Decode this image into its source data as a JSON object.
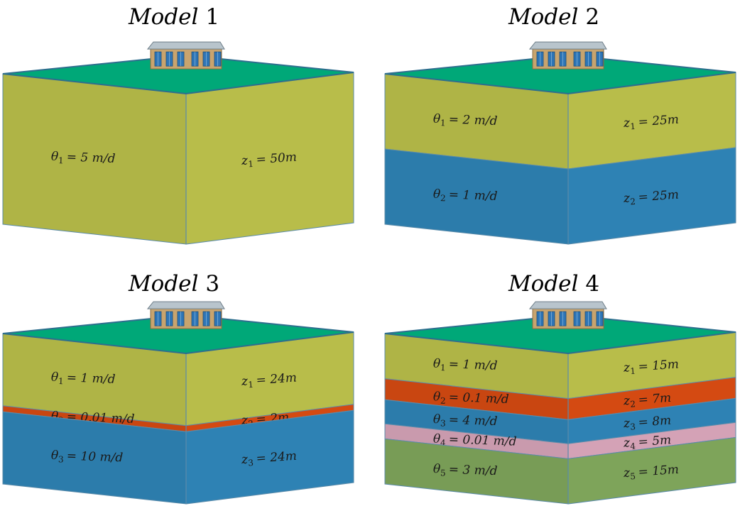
{
  "colors": {
    "grass": "#00A878",
    "grass_edge": "#2E6E8E",
    "edge": "#5B8BAA",
    "building_wall": "#C8A46E",
    "building_roof": "#B8C4CC",
    "window": "#2E75B6"
  },
  "models": [
    {
      "title": "Model 1",
      "layers": [
        {
          "theta": "θ",
          "theta_sub": "1",
          "theta_val": "= 5 m/d",
          "z": "z",
          "z_sub": "1",
          "z_val": "= 50m",
          "thickness": 50,
          "color": "#B8BD4A"
        }
      ]
    },
    {
      "title": "Model 2",
      "layers": [
        {
          "theta": "θ",
          "theta_sub": "1",
          "theta_val": "= 2 m/d",
          "z": "z",
          "z_sub": "1",
          "z_val": "= 25m",
          "thickness": 25,
          "color": "#B8BD4A"
        },
        {
          "theta": "θ",
          "theta_sub": "2",
          "theta_val": "= 1 m/d",
          "z": "z",
          "z_sub": "2",
          "z_val": "= 25m",
          "thickness": 25,
          "color": "#2E82B4"
        }
      ]
    },
    {
      "title": "Model 3",
      "layers": [
        {
          "theta": "θ",
          "theta_sub": "1",
          "theta_val": "= 1 m/d",
          "z": "z",
          "z_sub": "1",
          "z_val": "= 24m",
          "thickness": 24,
          "color": "#B8BD4A"
        },
        {
          "theta": "θ",
          "theta_sub": "2",
          "theta_val": "= 0.01 m/d",
          "z": "z",
          "z_sub": "2",
          "z_val": "= 2m",
          "thickness": 2,
          "color": "#D44A12"
        },
        {
          "theta": "θ",
          "theta_sub": "3",
          "theta_val": "= 10 m/d",
          "z": "z",
          "z_sub": "3",
          "z_val": "= 24m",
          "thickness": 24,
          "color": "#2E82B4"
        }
      ]
    },
    {
      "title": "Model 4",
      "layers": [
        {
          "theta": "θ",
          "theta_sub": "1",
          "theta_val": "= 1 m/d",
          "z": "z",
          "z_sub": "1",
          "z_val": "= 15m",
          "thickness": 15,
          "color": "#B8BD4A"
        },
        {
          "theta": "θ",
          "theta_sub": "2",
          "theta_val": "= 0.1 m/d",
          "z": "z",
          "z_sub": "2",
          "z_val": "= 7m",
          "thickness": 7,
          "color": "#D44A12"
        },
        {
          "theta": "θ",
          "theta_sub": "3",
          "theta_val": "= 4 m/d",
          "z": "z",
          "z_sub": "3",
          "z_val": "= 8m",
          "thickness": 8,
          "color": "#2E82B4"
        },
        {
          "theta": "θ",
          "theta_sub": "4",
          "theta_val": "= 0.01 m/d",
          "z": "z",
          "z_sub": "4",
          "z_val": "= 5m",
          "thickness": 5,
          "color": "#D4A2B6"
        },
        {
          "theta": "θ",
          "theta_sub": "5",
          "theta_val": "= 3 m/d",
          "z": "z",
          "z_sub": "5",
          "z_val": "= 15m",
          "thickness": 15,
          "color": "#7EA45A"
        }
      ]
    }
  ]
}
